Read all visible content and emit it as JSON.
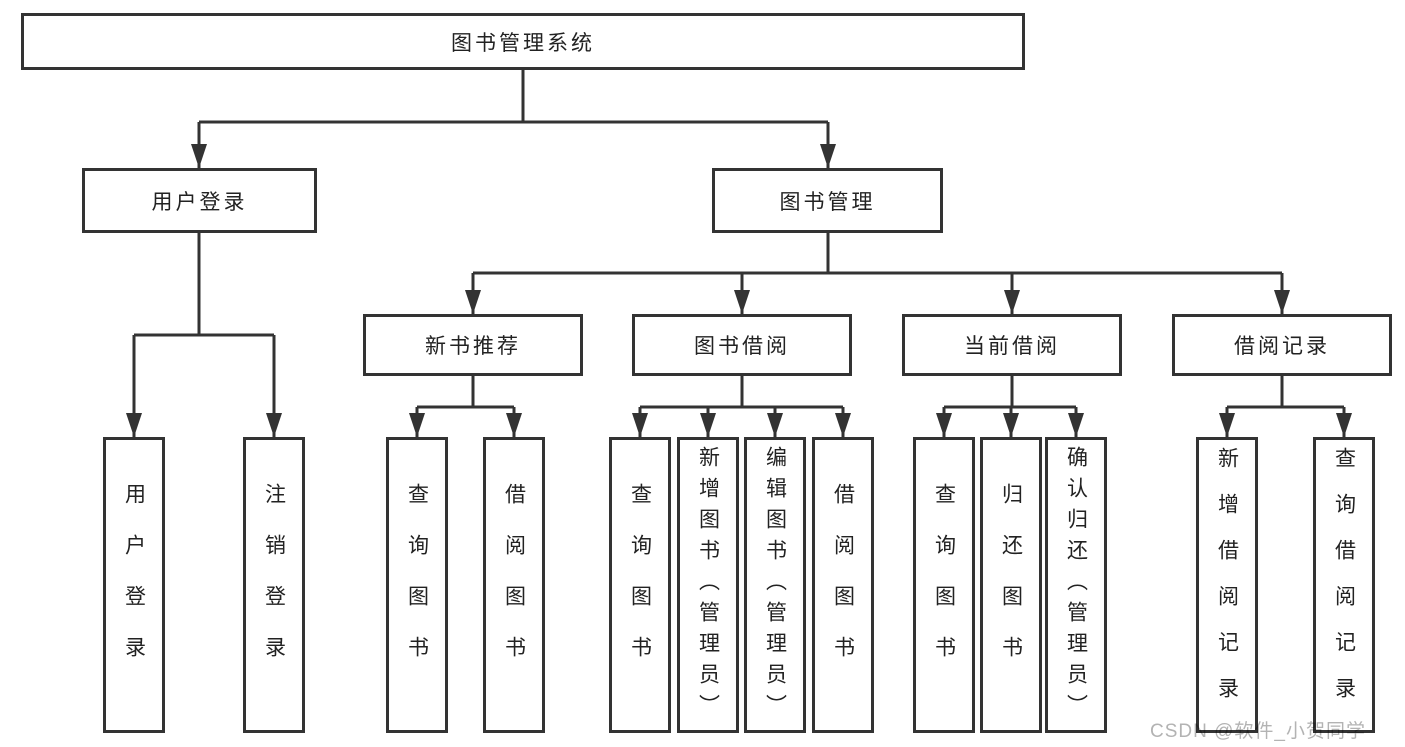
{
  "nodes": {
    "root": "图书管理系统",
    "user_login": "用户登录",
    "book_management": "图书管理",
    "new_book_recommend": "新书推荐",
    "book_borrow": "图书借阅",
    "current_borrow": "当前借阅",
    "borrow_records": "借阅记录",
    "leaves": {
      "user_login_leaf": "用户登录",
      "logout": "注销登录",
      "nb_query_books": "查询图书",
      "nb_borrow_books": "借阅图书",
      "bb_query_books": "查询图书",
      "bb_add_book_admin": "新增图书（管理员）",
      "bb_edit_book_admin": "编辑图书（管理员）",
      "bb_borrow_books": "借阅图书",
      "cb_query_books": "查询图书",
      "cb_return_books": "归还图书",
      "cb_confirm_return_admin": "确认归还（管理员）",
      "br_add_record": "新增借阅记录",
      "br_query_record": "查询借阅记录"
    }
  },
  "watermark": "CSDN @软件_小贺同学",
  "colors": {
    "line": "#333333",
    "text": "#222222",
    "background": "#ffffff",
    "watermark": "#b3b3b3"
  }
}
